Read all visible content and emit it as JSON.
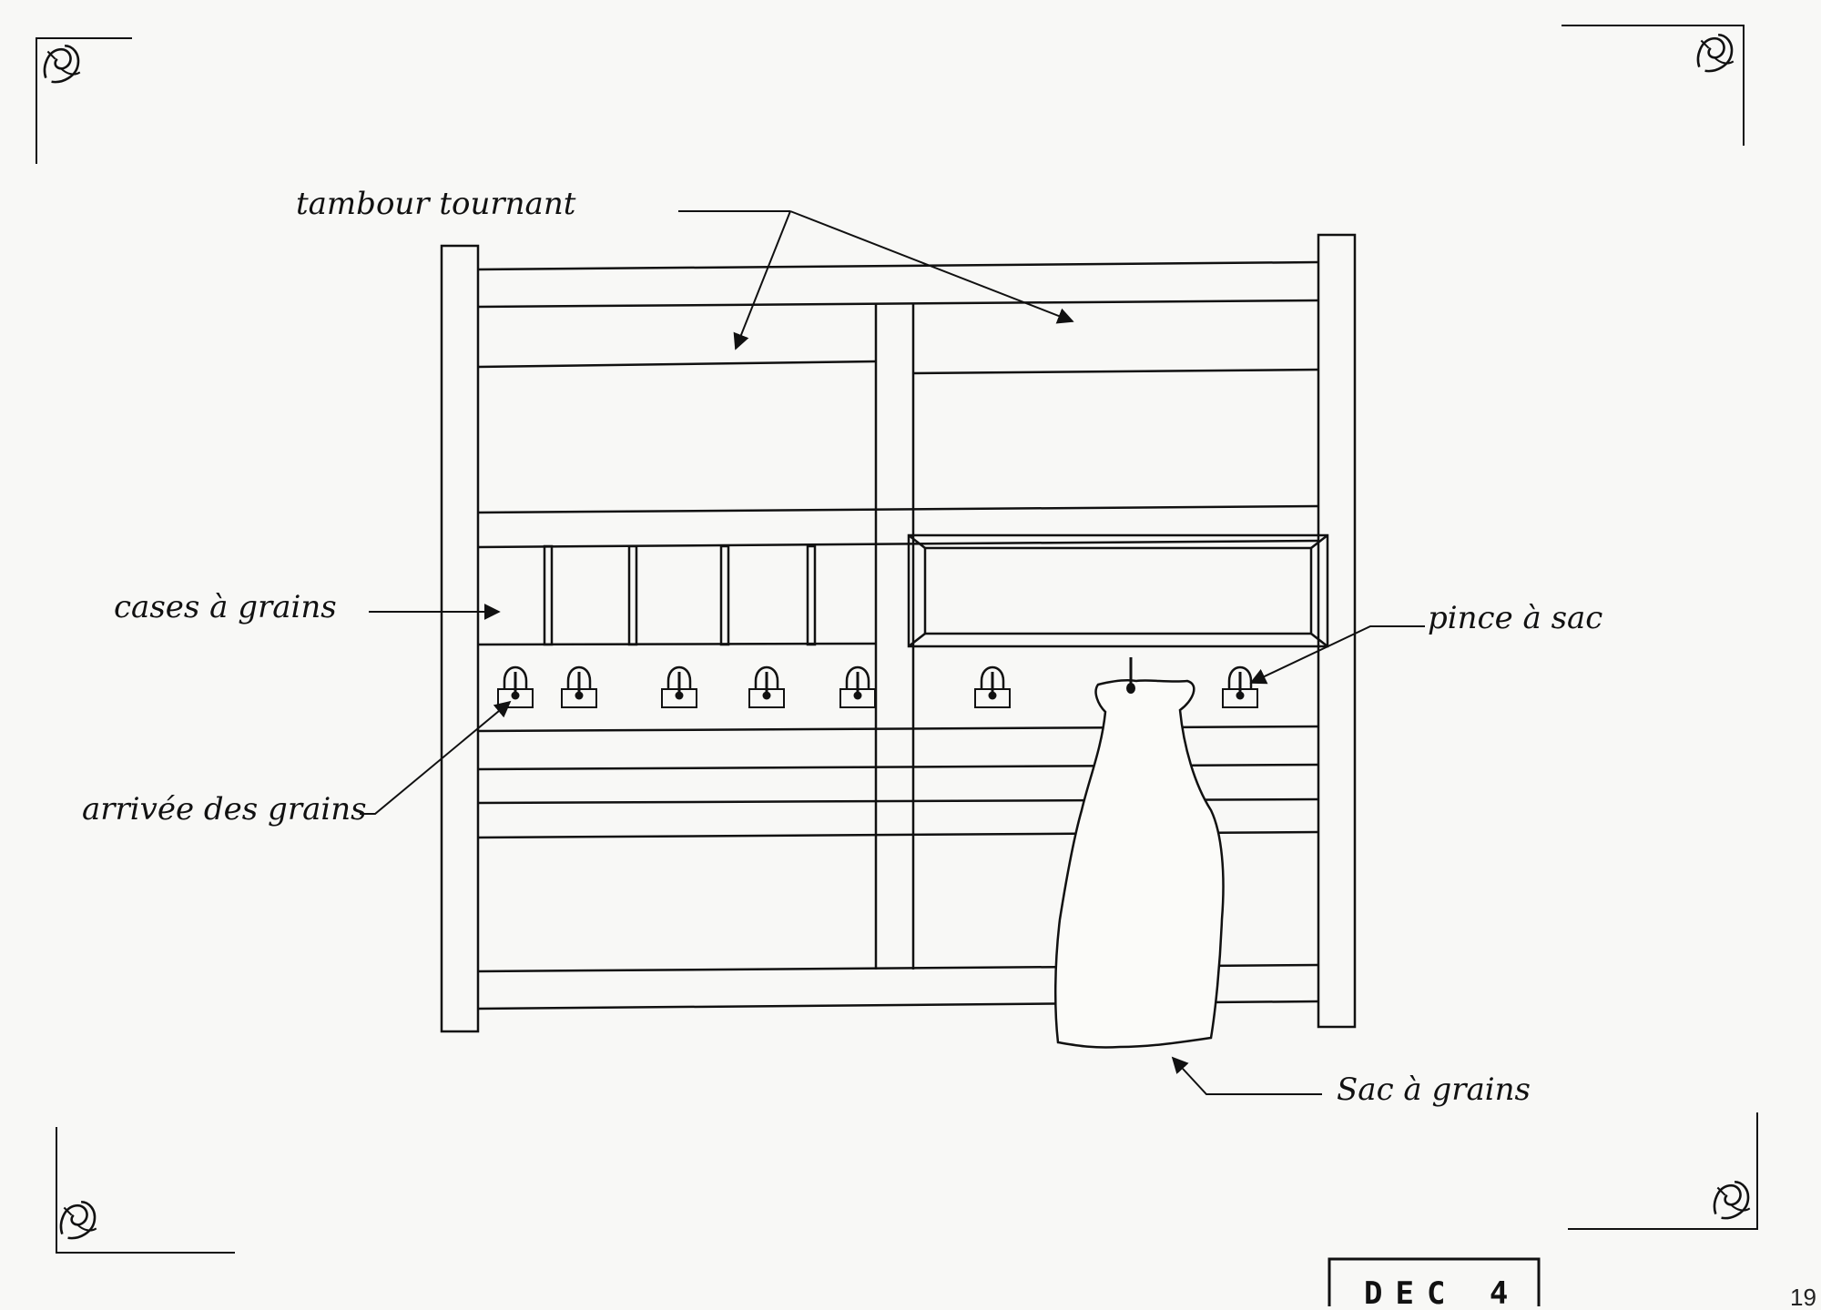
{
  "labels": {
    "drum": "tambour tournant",
    "compartments": "cases à grains",
    "inlet": "arrivée des grains",
    "clamp": "pince à sac",
    "bag": "Sac à grains"
  },
  "stamp": "DEC 4",
  "page_number": "19",
  "colors": {
    "ink": "#111111",
    "paper": "#f8f8f6"
  },
  "clamps_count": 8
}
